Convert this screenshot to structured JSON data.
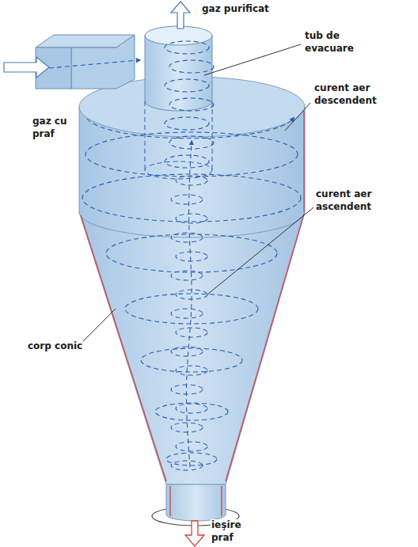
{
  "diagram": {
    "labels": [
      "gaz purificat",
      "tub de evacuare",
      "curent aer descendent",
      "gaz cu praf",
      "curent aer ascendent",
      "corp conic",
      "ieşire praf"
    ]
  }
}
